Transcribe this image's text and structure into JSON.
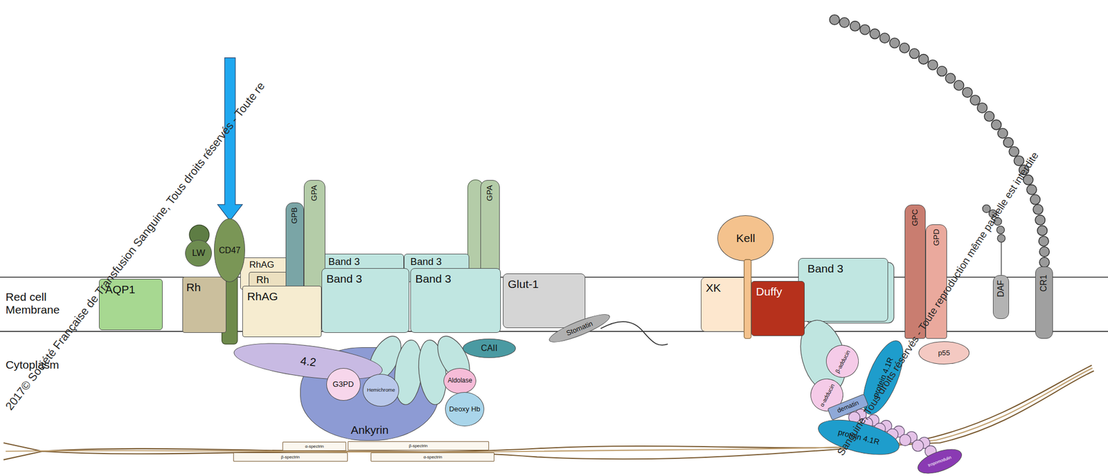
{
  "diagram": {
    "nodes": [
      {
        "text": [
          "AQP1"
        ]
      },
      {
        "text": [
          "Rh"
        ]
      },
      {
        "text": [
          "LW"
        ]
      },
      {
        "text": [
          "CD47"
        ]
      },
      {
        "text": [
          "RhAG"
        ]
      },
      {
        "text": [
          "Rh"
        ]
      },
      {
        "text": [
          "RhAG"
        ]
      },
      {
        "text": [
          "GPB"
        ]
      },
      {
        "text": [
          "GPA"
        ]
      },
      {
        "text": [
          "Band 3"
        ]
      },
      {
        "text": [
          "Band 3"
        ]
      },
      {
        "text": [
          "Band 3"
        ]
      },
      {
        "text": [
          "Band 3"
        ]
      },
      {
        "text": [
          "GPA"
        ]
      },
      {
        "text": [
          "Glut-1"
        ]
      },
      {
        "text": [
          "CAII"
        ]
      },
      {
        "text": [
          "Stomatin"
        ]
      },
      {
        "text": [
          "4.2"
        ]
      },
      {
        "text": [
          "Ankyrin"
        ]
      },
      {
        "text": [
          "G3PD"
        ]
      },
      {
        "text": [
          "Hemichrome"
        ]
      },
      {
        "text": [
          "Aldolase"
        ]
      },
      {
        "text": [
          "Deoxy Hb"
        ]
      },
      {
        "text": [
          "α-spectrin"
        ]
      },
      {
        "text": [
          "β-spectrin"
        ]
      },
      {
        "text": [
          "β-spectrin"
        ]
      },
      {
        "text": [
          "α-spectrin"
        ]
      },
      {
        "text": [
          "Kell"
        ]
      },
      {
        "text": [
          "XK"
        ]
      },
      {
        "text": [
          "Duffy"
        ]
      },
      {
        "text": [
          "Band 3"
        ]
      },
      {
        "text": [
          "GPC"
        ]
      },
      {
        "text": [
          "GPD"
        ]
      },
      {
        "text": [
          "p55"
        ]
      },
      {
        "text": [
          "protein 4.1R"
        ]
      },
      {
        "text": [
          "protein 4.1R"
        ]
      },
      {
        "text": [
          "β-adducin"
        ]
      },
      {
        "text": [
          "α-adducin"
        ]
      },
      {
        "text": [
          "dematin"
        ]
      },
      {
        "text": [
          "tropomodulin"
        ]
      },
      {
        "text": [
          "DAF"
        ]
      },
      {
        "text": [
          "CR1"
        ]
      }
    ],
    "labels": [
      "Red cell Membrane",
      "Cytoplasm",
      "2017© Société Française de Transfusion Sanguine, Tous droits réservés - Toute re",
      "Sanguine, Tous droits réservés - Toute reproduction même partielle est interdite"
    ]
  }
}
